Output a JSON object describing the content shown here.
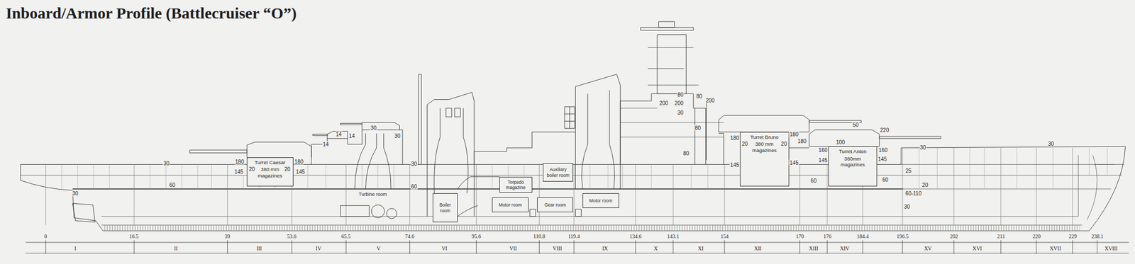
{
  "diagram": {
    "title": "Inboard/Armor Profile (Battlecruiser “O”)",
    "nodes": [
      {
        "text": [
          "Turret Caesar",
          "380 mm magazines"
        ]
      },
      {
        "text": [
          "Boiler room"
        ]
      },
      {
        "text": [
          "Torpedo magazine"
        ]
      },
      {
        "text": [
          "Motor room"
        ]
      },
      {
        "text": [
          "Auxiliary boiler room"
        ]
      },
      {
        "text": [
          "Gear room"
        ]
      },
      {
        "text": [
          "Motor room"
        ]
      },
      {
        "text": [
          "Turret Bruno",
          "380 mm magazines"
        ]
      },
      {
        "text": [
          "Turret Anton",
          "380mm magazines"
        ]
      }
    ],
    "labels": [
      "30",
      "60",
      "30",
      "180",
      "145",
      "20",
      "20",
      "180",
      "145",
      "14",
      "14",
      "14",
      "30",
      "30",
      "30",
      "60",
      "Turbine room",
      "80",
      "200",
      "200",
      "30",
      "80",
      "200",
      "80",
      "80",
      "180",
      "20",
      "20",
      "145",
      "180",
      "180",
      "145",
      "50",
      "100",
      "160",
      "145",
      "160",
      "145",
      "220",
      "60",
      "60",
      "25",
      "20",
      "60-110",
      "30",
      "30",
      "30",
      "0",
      "16.5",
      "39",
      "53.6",
      "65.5",
      "74.6",
      "95.6",
      "110.8",
      "119.4",
      "134.6",
      "143.1",
      "154",
      "170",
      "176",
      "184.4",
      "196.5",
      "202",
      "211",
      "220",
      "229",
      "238.1",
      "I",
      "II",
      "III",
      "IV",
      "V",
      "VI",
      "VII",
      "VIII",
      "IX",
      "X",
      "XI",
      "XII",
      "XIII",
      "XIV",
      "XV",
      "XVI",
      "XVII",
      "XVIII"
    ]
  }
}
